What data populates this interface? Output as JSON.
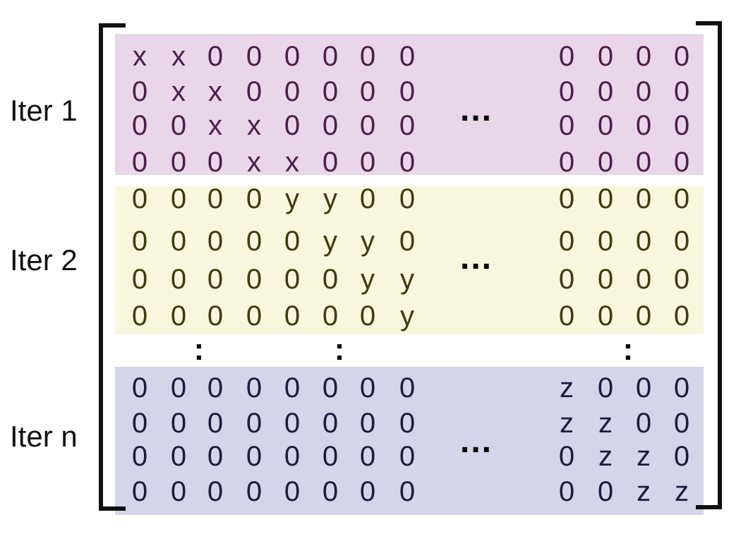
{
  "colors": {
    "band1": "#ead6ea",
    "band2": "#f7f7dd",
    "band3": "#d5d5e9",
    "text1": "#4a1f4a",
    "text2": "#3c3c10",
    "text3": "#1c1c3c",
    "bracket": "#111111"
  },
  "labels": [
    "Iter 1",
    "Iter 2",
    "Iter n"
  ],
  "blocks": [
    {
      "rows": [
        [
          "x",
          "x",
          "0",
          "0",
          "0",
          "0",
          "0",
          "0",
          "0",
          "0",
          "0",
          "0"
        ],
        [
          "0",
          "x",
          "x",
          "0",
          "0",
          "0",
          "0",
          "0",
          "0",
          "0",
          "0",
          "0"
        ],
        [
          "0",
          "0",
          "x",
          "x",
          "0",
          "0",
          "0",
          "0",
          "0",
          "0",
          "0",
          "0"
        ],
        [
          "0",
          "0",
          "0",
          "x",
          "x",
          "0",
          "0",
          "0",
          "0",
          "0",
          "0",
          "0"
        ]
      ]
    },
    {
      "rows": [
        [
          "0",
          "0",
          "0",
          "0",
          "y",
          "y",
          "0",
          "0",
          "0",
          "0",
          "0",
          "0"
        ],
        [
          "0",
          "0",
          "0",
          "0",
          "0",
          "y",
          "y",
          "0",
          "0",
          "0",
          "0",
          "0"
        ],
        [
          "0",
          "0",
          "0",
          "0",
          "0",
          "0",
          "y",
          "y",
          "0",
          "0",
          "0",
          "0"
        ],
        [
          "0",
          "0",
          "0",
          "0",
          "0",
          "0",
          "0",
          "y",
          "0",
          "0",
          "0",
          "0"
        ]
      ]
    },
    {
      "rows": [
        [
          "0",
          "0",
          "0",
          "0",
          "0",
          "0",
          "0",
          "0",
          "z",
          "0",
          "0",
          "0"
        ],
        [
          "0",
          "0",
          "0",
          "0",
          "0",
          "0",
          "0",
          "0",
          "z",
          "z",
          "0",
          "0"
        ],
        [
          "0",
          "0",
          "0",
          "0",
          "0",
          "0",
          "0",
          "0",
          "0",
          "z",
          "z",
          "0"
        ],
        [
          "0",
          "0",
          "0",
          "0",
          "0",
          "0",
          "0",
          "0",
          "0",
          "0",
          "z",
          "z"
        ]
      ]
    }
  ],
  "horizontal_ellipsis": "...",
  "vertical_ellipsis": ":"
}
